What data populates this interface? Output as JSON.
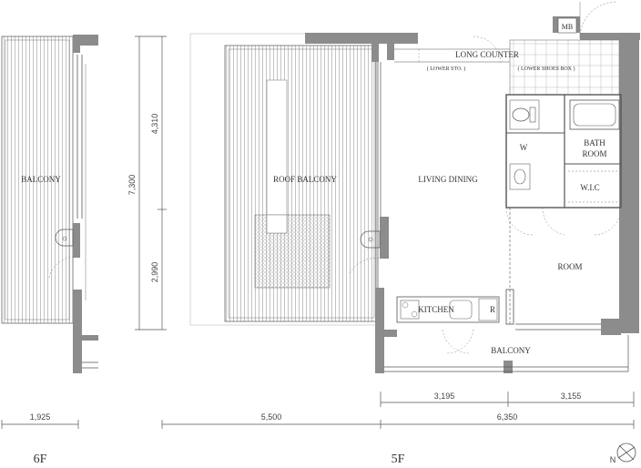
{
  "floors": {
    "left": "6F",
    "right": "5F"
  },
  "rooms": {
    "balcony_6f": "BALCONY",
    "roof_balcony": "ROOF BALCONY",
    "living_dining": "LIVING DINING",
    "long_counter": "LONG COUNTER",
    "lower_sto": "( LOWER STO. )",
    "lower_shoes_box": "( LOWER SHOES BOX )",
    "mb": "MB",
    "w": "W",
    "bath_line1": "BATH",
    "bath_line2": "ROOM",
    "wic": "W.I.C",
    "room": "ROOM",
    "kitchen": "KITCHEN",
    "fridge": "R",
    "balcony_5f": "BALCONY"
  },
  "dimensions": {
    "total_height": "7,300",
    "upper_height": "4,310",
    "lower_height": "2,990",
    "width_6f": "1,925",
    "width_roof": "5,500",
    "width_5f": "6,350",
    "width_5f_left": "3,195",
    "width_5f_right": "3,155"
  },
  "compass": {
    "north": "N"
  },
  "colors": {
    "wall": "#8c8c8c",
    "line": "#555555",
    "tile": "#b0b0b0"
  }
}
